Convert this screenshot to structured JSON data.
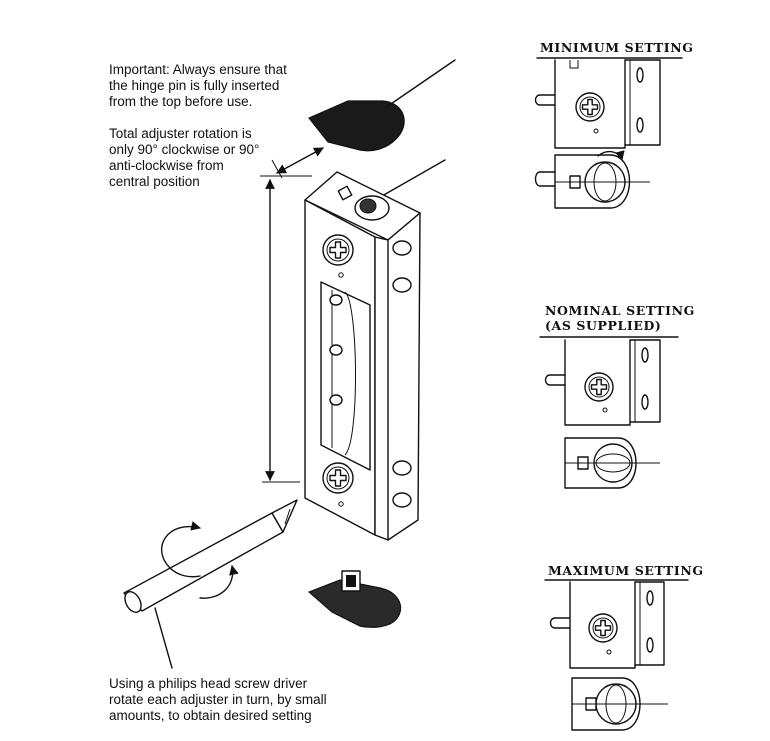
{
  "notes": {
    "important": [
      "Important: Always ensure that",
      "the hinge pin is fully inserted",
      "from the top before use."
    ],
    "rotation": [
      "Total adjuster rotation is",
      "only 90° clockwise or 90°",
      "anti-clockwise from",
      "central position"
    ],
    "screwdriver": [
      "Using a philips head screw driver",
      "rotate each adjuster in turn, by small",
      "amounts, to obtain desired setting"
    ]
  },
  "settings": {
    "minimum": "MINIMUM SETTING",
    "nominal_line1": "NOMINAL SETTING",
    "nominal_line2": "(AS SUPPLIED)",
    "maximum": "MAXIMUM SETTING"
  },
  "colors": {
    "ink": "#111111",
    "paper": "#ffffff",
    "cap": "#1a1a1a",
    "shadow": "#444444"
  },
  "icons": [
    "phillips-screw-icon",
    "hinge-pin-cap-icon",
    "screwdriver-icon",
    "rotation-arrow-icon",
    "dimension-arrow-icon"
  ]
}
